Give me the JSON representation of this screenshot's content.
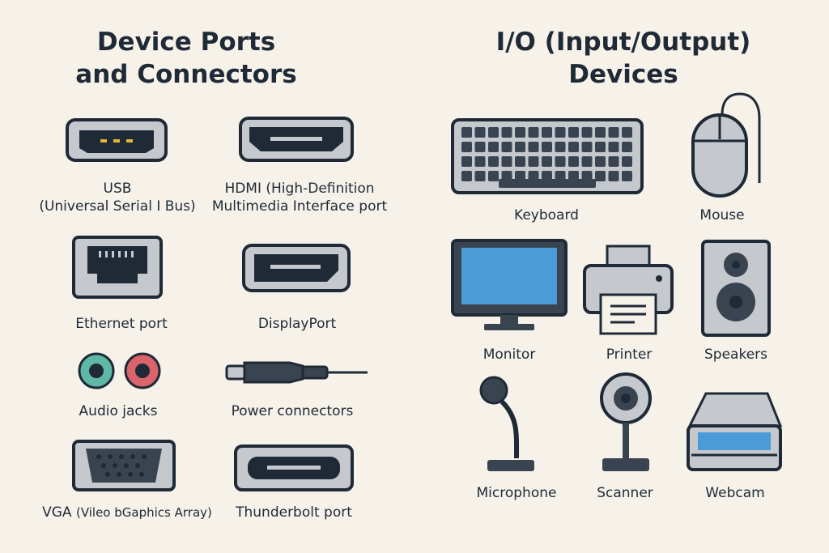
{
  "left": {
    "title_line1": "Device Ports",
    "title_line2": "and Connectors",
    "items": [
      {
        "label": "USB",
        "sublabel": "(Universal Serial I Bus)",
        "icon": "usb-port-icon"
      },
      {
        "label": "HDMI (High-Definition",
        "sublabel": "Multimedia Interface port",
        "icon": "hdmi-port-icon"
      },
      {
        "label": "Ethernet port",
        "icon": "ethernet-port-icon"
      },
      {
        "label": "DisplayPort",
        "icon": "displayport-icon"
      },
      {
        "label": "Audio jacks",
        "icon": "audio-jacks-icon"
      },
      {
        "label": "Power connectors",
        "icon": "power-connector-icon"
      },
      {
        "label": "VGA",
        "sublabel": "(Vileo bGaphics Array)",
        "icon": "vga-port-icon"
      },
      {
        "label": "Thunderbolt port",
        "icon": "thunderbolt-port-icon"
      }
    ]
  },
  "right": {
    "title_line1": "I/O (Input/Output)",
    "title_line2": "Devices",
    "items": [
      {
        "label": "Keyboard",
        "icon": "keyboard-icon"
      },
      {
        "label": "Mouse",
        "icon": "mouse-icon"
      },
      {
        "label": "Monitor",
        "icon": "monitor-icon"
      },
      {
        "label": "Printer",
        "icon": "printer-icon"
      },
      {
        "label": "Speakers",
        "icon": "speakers-icon"
      },
      {
        "label": "Microphone",
        "icon": "microphone-icon"
      },
      {
        "label": "Scanner",
        "icon": "webcam-icon"
      },
      {
        "label": "Webcam",
        "icon": "scanner-icon"
      }
    ]
  },
  "colors": {
    "background": "#f6f2ea",
    "outline": "#1f2a36",
    "gray": "#c5c9ce",
    "screen": "#4b9bd8",
    "audio_green": "#5fb7a5",
    "audio_red": "#d9646a",
    "usb_pins": "#e6b43a"
  }
}
